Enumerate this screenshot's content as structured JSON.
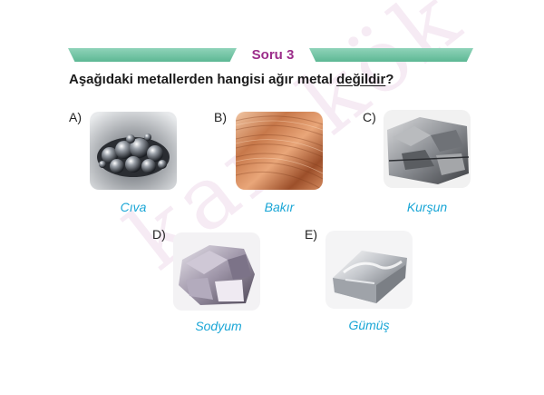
{
  "header": {
    "soru_label": "Soru 3"
  },
  "question": {
    "text_before": "Aşağıdaki metallerden hangisi ağır metal ",
    "text_underlined": "değildir",
    "text_after": "?"
  },
  "options": [
    {
      "letter": "A)",
      "caption": "Cıva"
    },
    {
      "letter": "B)",
      "caption": "Bakır"
    },
    {
      "letter": "C)",
      "caption": "Kurşun"
    },
    {
      "letter": "D)",
      "caption": "Sodyum"
    },
    {
      "letter": "E)",
      "caption": "Gümüş"
    }
  ],
  "watermark": "karekök",
  "colors": {
    "banner": "#6fc3a3",
    "soru_text": "#9c2d8a",
    "caption_text": "#1aa6d6"
  }
}
